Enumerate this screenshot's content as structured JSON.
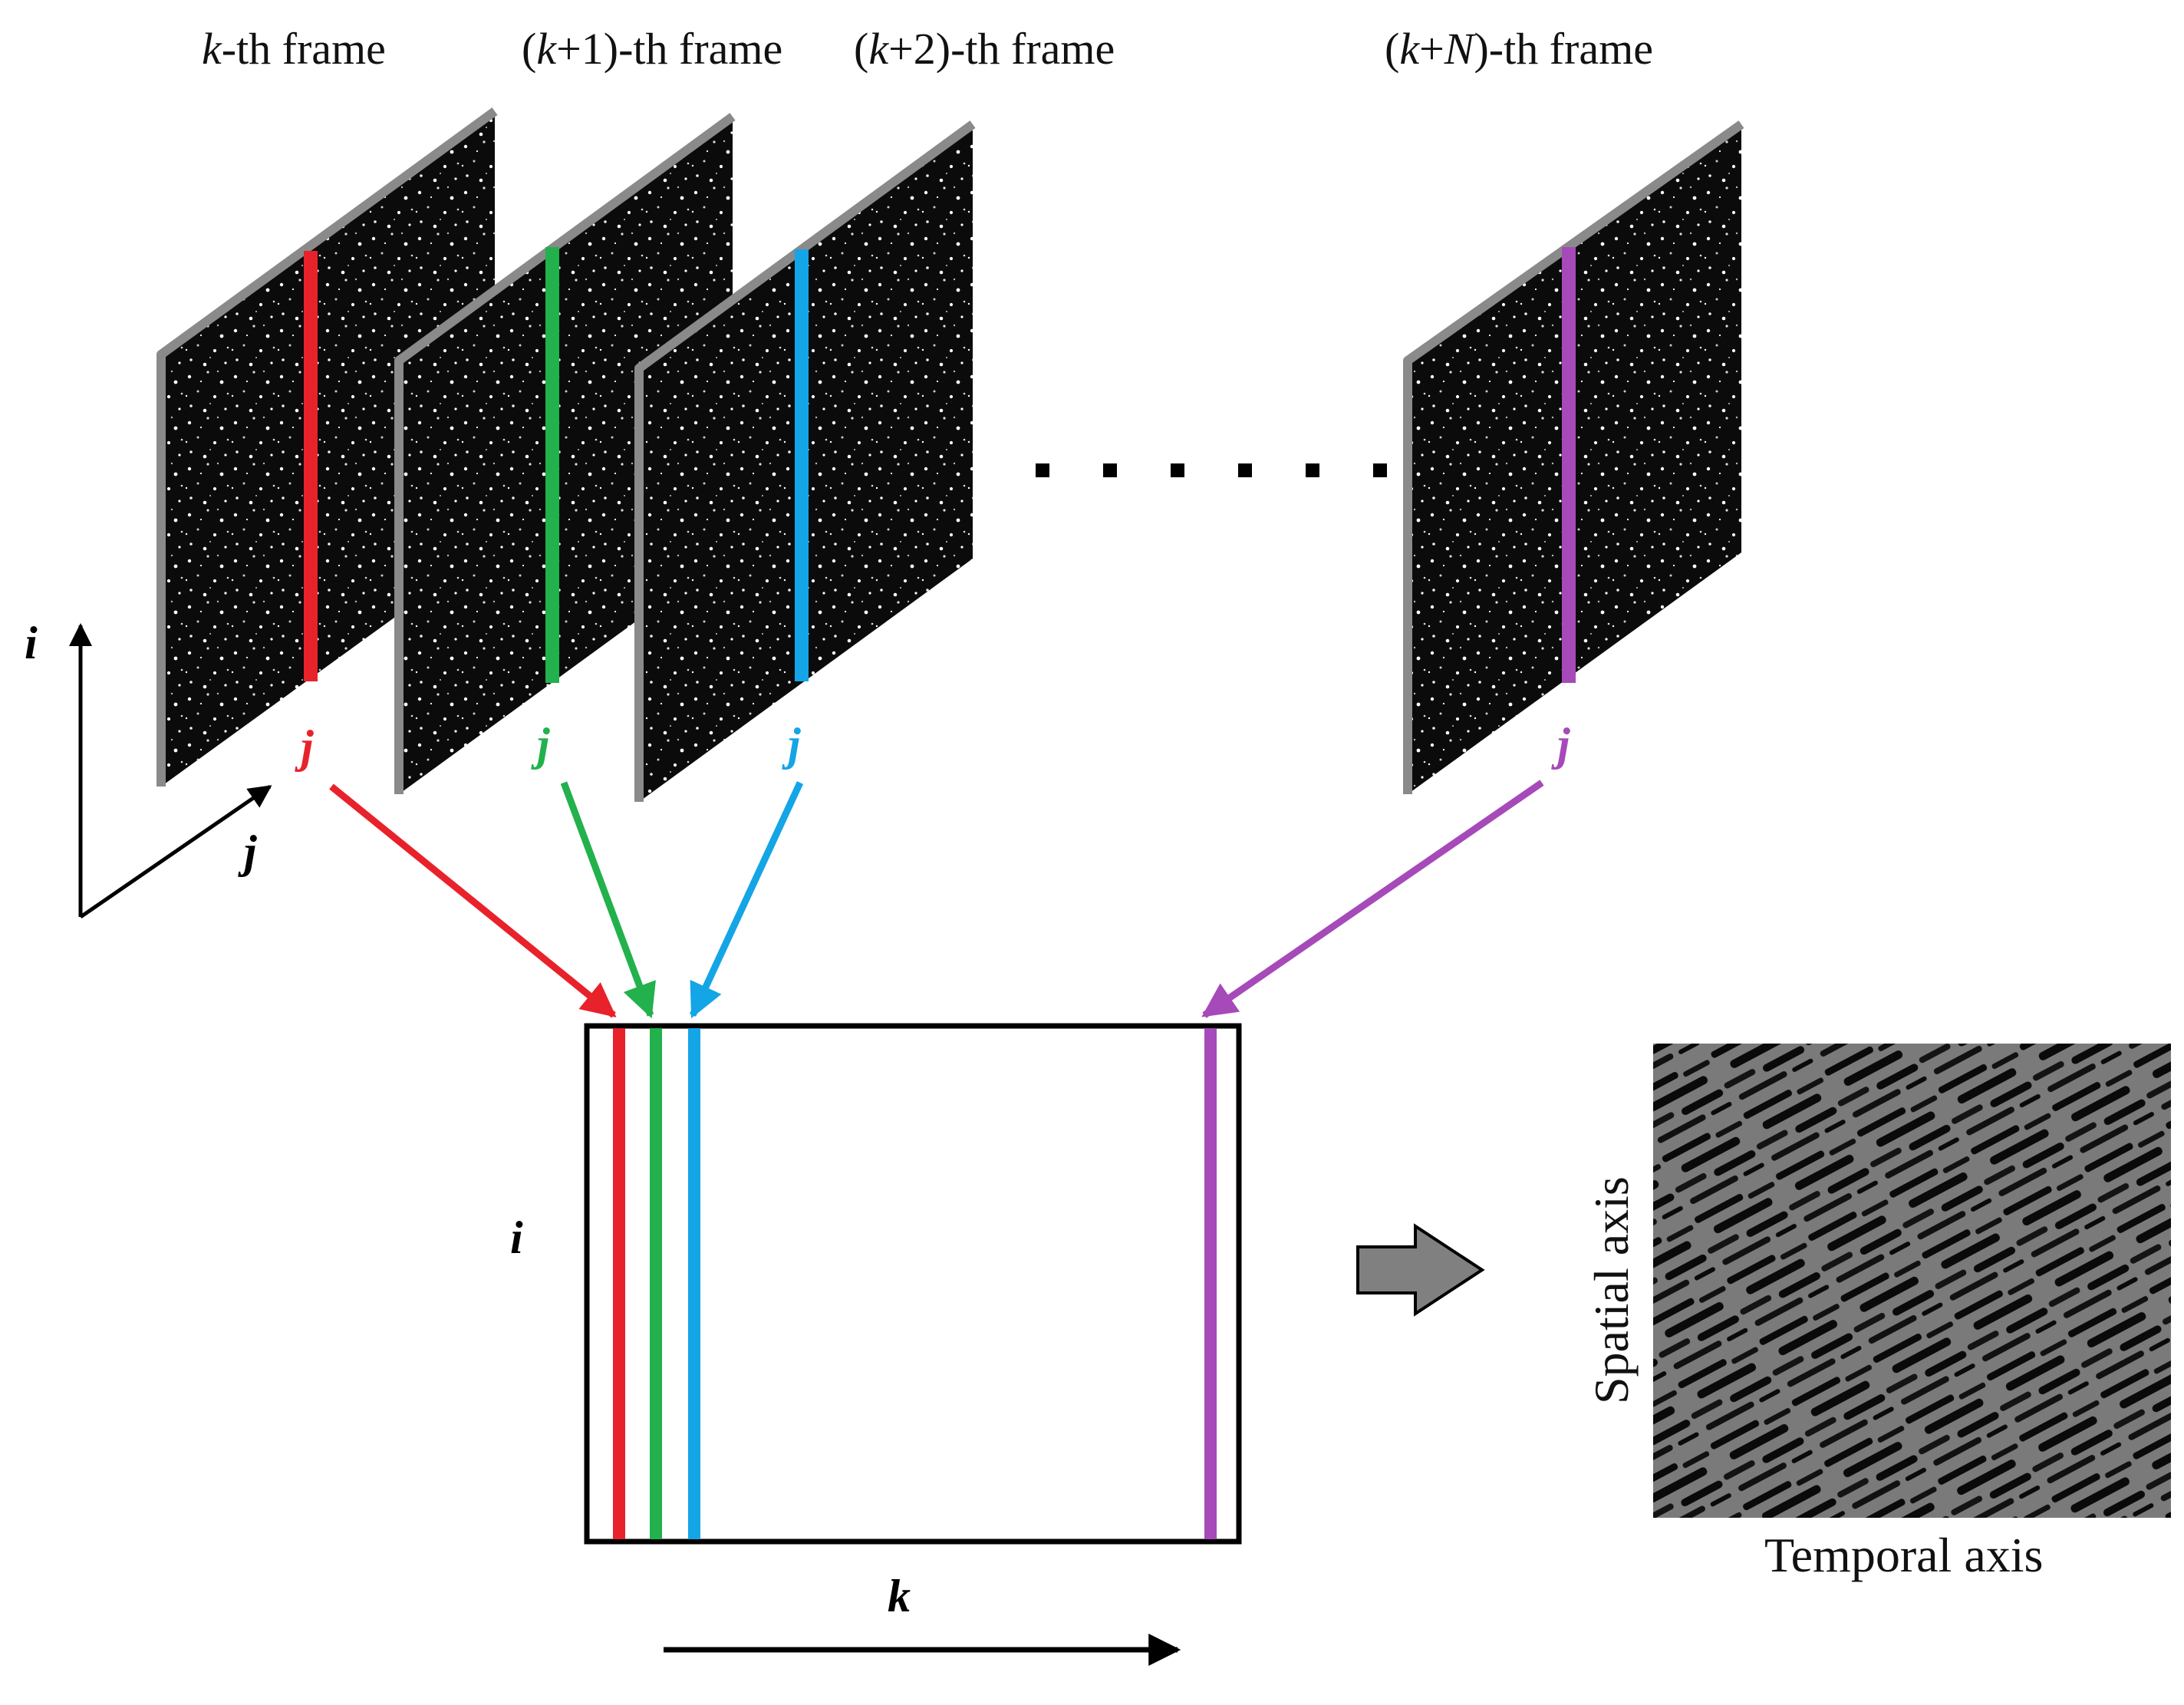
{
  "frames": [
    {
      "prefix": "",
      "var": "k",
      "suffix": "-th frame",
      "column_label": "j",
      "color": "#e8222b"
    },
    {
      "prefix": "(",
      "var": "k",
      "suffix": "+1)-th frame",
      "column_label": "j",
      "color": "#22b14c"
    },
    {
      "prefix": "(",
      "var": "k",
      "suffix": "+2)-th frame",
      "column_label": "j",
      "color": "#14a5e6"
    },
    {
      "prefix": "(",
      "var": "k",
      "mid": "+",
      "var2": "N",
      "suffix": ")-th frame",
      "column_label": "j",
      "color": "#a64ab9"
    }
  ],
  "axes": {
    "vertical": "i",
    "depth": "j",
    "matrix_row": "i",
    "matrix_col": "k"
  },
  "result": {
    "spatial_axis": "Spatial axis",
    "temporal_axis": "Temporal axis"
  },
  "colors": {
    "frame_bg": "#0b0b0b",
    "frame_edge": "#8a8a8a",
    "speckle": "#ffffff",
    "result_bg": "#7a7a7a",
    "arrow_fill": "#808080"
  }
}
